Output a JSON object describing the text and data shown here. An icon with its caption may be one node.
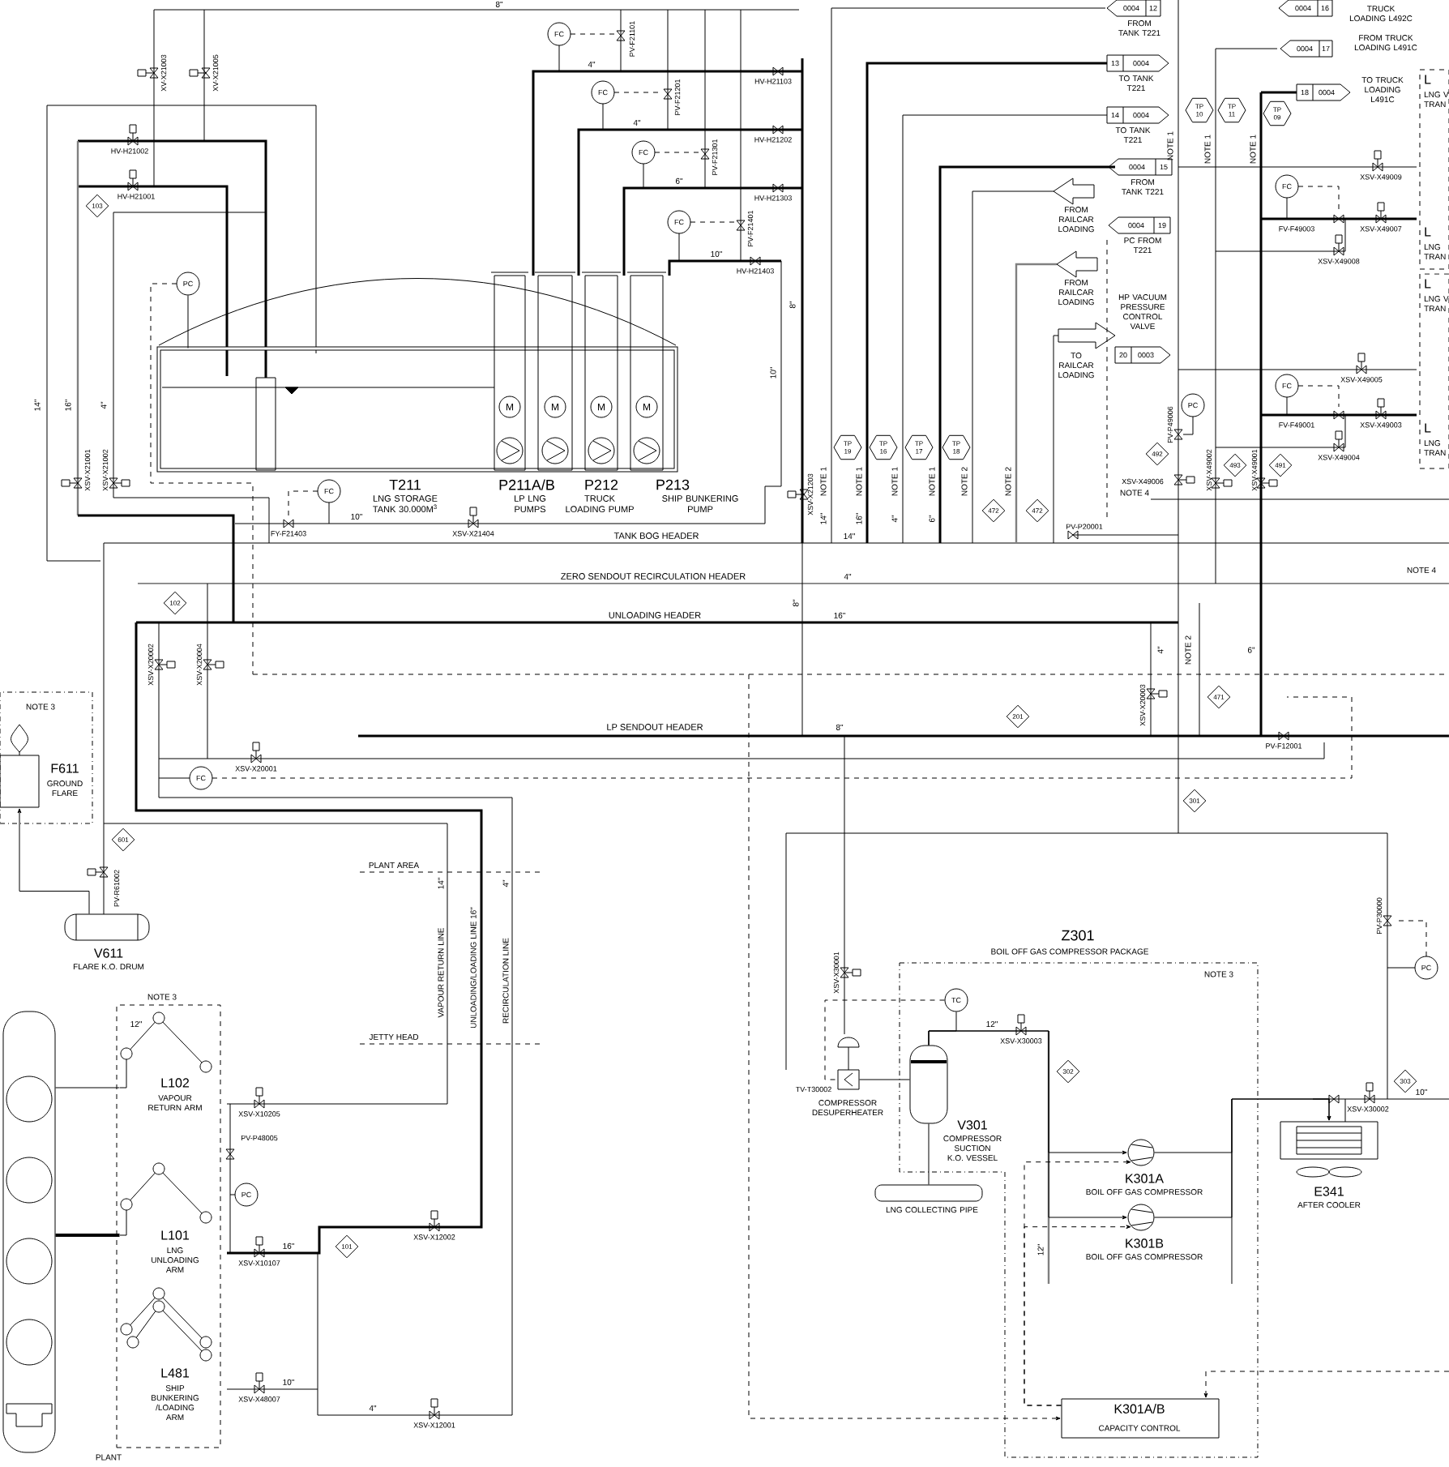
{
  "diagram": {
    "nodes": [
      {
        "text": [
          "T211",
          "LNG STORAGE TANK 30.000M$^{3}$"
        ]
      },
      {
        "text": [
          "P211A/B",
          "LP LNG PUMPS"
        ]
      },
      {
        "text": [
          "P212",
          "TRUCK LOADING PUMP"
        ]
      },
      {
        "text": [
          "P213",
          "SHIP BUNKERING PUMP"
        ]
      },
      {
        "text": [
          "NOTE 3"
        ]
      },
      {
        "text": [
          "F611",
          "GROUND FLARE"
        ],
        "in": 4
      },
      {
        "text": [
          "V611",
          "FLARE K.O. DRUM"
        ]
      },
      {
        "text": [
          "NOTE 3"
        ]
      },
      {
        "text": [
          "L102",
          "VAPOUR RETURN ARM"
        ],
        "in": 7
      },
      {
        "text": [
          "L101",
          "LNG UNLOADING ARM"
        ],
        "in": 7
      },
      {
        "text": [
          "L481",
          "SHIP BUNKERING /LOADING ARM"
        ],
        "in": 7
      },
      {
        "text": [],
        "shape": "picture"
      },
      {
        "text": [
          "Z301",
          "BOIL OFF GAS COMPRESSOR PACKAGE",
          "NOTE 3"
        ]
      },
      {
        "text": [
          "V301",
          "COMPRESSOR SUCTION K.O. VESSEL"
        ],
        "in": 12
      },
      {
        "text": [
          "COMPRESSOR DESUPERHEATER"
        ]
      },
      {
        "text": [
          "LNG COLLECTING PIPE"
        ]
      },
      {
        "text": [
          "K301A",
          "BOIL OFF GAS COMPRESSOR"
        ],
        "in": 12
      },
      {
        "text": [
          "K301B",
          "BOIL OFF GAS COMPRESSOR"
        ],
        "in": 12
      },
      {
        "text": [
          "K301A/B",
          "CAPACITY CONTROL"
        ],
        "in": 12
      },
      {
        "text": [
          "E341",
          "AFTER COOLER"
        ]
      },
      {
        "text": [
          "TC"
        ],
        "in": 12
      },
      {
        "text": [
          "FC"
        ]
      },
      {
        "text": [
          "FC"
        ]
      },
      {
        "text": [
          "FC"
        ]
      },
      {
        "text": [
          "FC"
        ]
      },
      {
        "text": [
          "PC"
        ]
      },
      {
        "text": [
          "FC"
        ]
      },
      {
        "text": [
          "FC"
        ]
      },
      {
        "text": [
          "FC"
        ]
      },
      {
        "text": [
          "FC"
        ]
      },
      {
        "text": [
          "PC"
        ]
      },
      {
        "text": [
          "PC"
        ]
      },
      {
        "text": [
          "PC"
        ]
      },
      {
        "text": [
          "103"
        ]
      },
      {
        "text": [
          "102"
        ]
      },
      {
        "text": [
          "601"
        ]
      },
      {
        "text": [
          "101"
        ]
      },
      {
        "text": [
          "201"
        ]
      },
      {
        "text": [
          "471"
        ]
      },
      {
        "text": [
          "301"
        ]
      },
      {
        "text": [
          "302"
        ],
        "in": 12
      },
      {
        "text": [
          "303"
        ]
      },
      {
        "text": [
          "472"
        ]
      },
      {
        "text": [
          "472"
        ]
      },
      {
        "text": [
          "492"
        ]
      },
      {
        "text": [
          "493"
        ]
      },
      {
        "text": [
          "491"
        ]
      },
      {
        "text": [
          "TP 19"
        ]
      },
      {
        "text": [
          "TP 16"
        ]
      },
      {
        "text": [
          "TP 17"
        ]
      },
      {
        "text": [
          "TP 18"
        ]
      },
      {
        "text": [
          "TP 10"
        ]
      },
      {
        "text": [
          "TP 11"
        ]
      },
      {
        "text": [
          "TP 09"
        ]
      },
      {
        "text": [
          "0004",
          "12"
        ],
        "beside": [
          "FROM TANK T221"
        ]
      },
      {
        "text": [
          "13",
          "0004"
        ],
        "beside": [
          "TO TANK T221"
        ]
      },
      {
        "text": [
          "14",
          "0004"
        ],
        "beside": [
          "TO TANK T221"
        ]
      },
      {
        "text": [
          "0004",
          "15"
        ],
        "beside": [
          "FROM TANK T221"
        ]
      },
      {
        "text": [],
        "shape": "arrow",
        "beside": [
          "FROM RAILCAR LOADING"
        ]
      },
      {
        "text": [
          "0004",
          "19"
        ],
        "beside": [
          "PC FROM T221"
        ]
      },
      {
        "text": [],
        "shape": "arrow",
        "beside": [
          "FROM RAILCAR LOADING"
        ]
      },
      {
        "text": [],
        "shape": "arrow",
        "beside": [
          "TO RAILCAR LOADING"
        ]
      },
      {
        "text": [
          "20",
          "0003"
        ]
      },
      {
        "text": [
          "0004",
          "16"
        ],
        "beside": [
          "TRUCK LOADING L492C"
        ]
      },
      {
        "text": [
          "0004",
          "17"
        ],
        "beside": [
          "FROM TRUCK LOADING L491C"
        ]
      },
      {
        "text": [
          "18",
          "0004"
        ],
        "beside": [
          "TO TRUCK LOADING L491C"
        ]
      },
      {
        "text": [
          "L",
          "LNG V TRAN",
          "L",
          "LNG TRAN"
        ]
      },
      {
        "text": [
          "L",
          "LNG V TRAN",
          "L",
          "LNG TRAN"
        ]
      },
      {
        "text": [
          "M"
        ]
      },
      {
        "text": [
          "M"
        ]
      },
      {
        "text": [
          "M"
        ]
      },
      {
        "text": [
          "M"
        ]
      }
    ],
    "edges": [
      {
        "from": 6,
        "to": 5,
        "arrow": "to"
      },
      {
        "from": 11,
        "to": 8,
        "arrow": "none"
      },
      {
        "from": 11,
        "to": 9,
        "arrow": "none",
        "style": "thick"
      },
      {
        "from": 13,
        "to": 16,
        "arrow": "to"
      },
      {
        "from": 13,
        "to": 17,
        "arrow": "to"
      },
      {
        "from": 16,
        "to": 19,
        "arrow": "to"
      },
      {
        "from": 17,
        "to": 19,
        "arrow": "to"
      },
      {
        "from": 14,
        "to": 13,
        "arrow": "none"
      },
      {
        "from": 13,
        "to": 15,
        "arrow": "none"
      },
      {
        "from": 18,
        "to": 16,
        "arrow": "to",
        "style": "dashed"
      },
      {
        "from": 18,
        "to": 17,
        "arrow": "to",
        "style": "dashed"
      },
      {
        "from": null,
        "to": 18,
        "arrow": "to",
        "style": "dashed"
      },
      {
        "from": null,
        "to": 18,
        "arrow": "to",
        "style": "dashed"
      },
      {
        "from": 20,
        "to": 14,
        "arrow": "none",
        "style": "dashed"
      },
      {
        "from": 20,
        "to": 13,
        "arrow": "none"
      },
      {
        "from": 25,
        "to": 0,
        "arrow": "none"
      }
    ],
    "labels": [
      "8\"",
      "XV-X21003",
      "XV-X21005",
      "HV-H21002",
      "HV-H21001",
      "14\"",
      "16\"",
      "4\"",
      "XSV-X21001",
      "XSV-X21002",
      "PV-F21101",
      "4\"",
      "HV-H21103",
      "PV-F21201",
      "4\"",
      "HV-H21202",
      "PV-F21301",
      "6\"",
      "HV-H21303",
      "PV-F21401",
      "10\"",
      "HV-H21403",
      "8\"",
      "10\"",
      "FY-F21403",
      "10\"",
      "XSV-X21404",
      "TANK BOG HEADER",
      "XSV-X21203",
      "NOTE 1",
      "14\"",
      "NOTE 1",
      "16\"",
      "NOTE 1",
      "4\"",
      "NOTE 1",
      "6\"",
      "NOTE 2",
      "NOTE 2",
      "14\"",
      "PV-P20001",
      "NOTE 1",
      "NOTE 1",
      "NOTE 1",
      "XSV-X49009",
      "FV-F49003",
      "XSV-X49007",
      "XSV-X49008",
      "XSV-X49005",
      "FV-F49001",
      "XSV-X49003",
      "XSV-X49004",
      "PV-P49006",
      "XSV-X49006",
      "NOTE 4",
      "XSV-X49002",
      "XSV-X49001",
      "ZERO SENDOUT RECIRCULATION HEADER",
      "4\"",
      "8\"",
      "UNLOADING HEADER",
      "16\"",
      "NOTE 4",
      "4\"",
      "NOTE 2",
      "6\"",
      "XSV-X20002",
      "XSV-X20004",
      "XSV-X20003",
      "LP SENDOUT HEADER",
      "8\"",
      "PV-F12001",
      "XSV-X20001",
      "PV-R61002",
      "PLANT AREA",
      "14\"",
      "4\"",
      "VAPOUR RETURN LINE",
      "UNLOADING/LOADING LINE 16\"",
      "RECIRCULATION LINE",
      "PV-P30000",
      "XSV-X30001",
      "JETTY HEAD",
      "12\"",
      "XSV-X10205",
      "PV-P48005",
      "16\"",
      "XSV-X10107",
      "XSV-X12002",
      "12\"",
      "XSV-X30003",
      "TV-T30002",
      "XSV-X30002",
      "10\"",
      "12\"",
      "10\"",
      "XSV-X48007",
      "4\"",
      "XSV-X12001",
      "PLANT",
      "HP VACUUM PRESSURE CONTROL VALVE"
    ]
  }
}
